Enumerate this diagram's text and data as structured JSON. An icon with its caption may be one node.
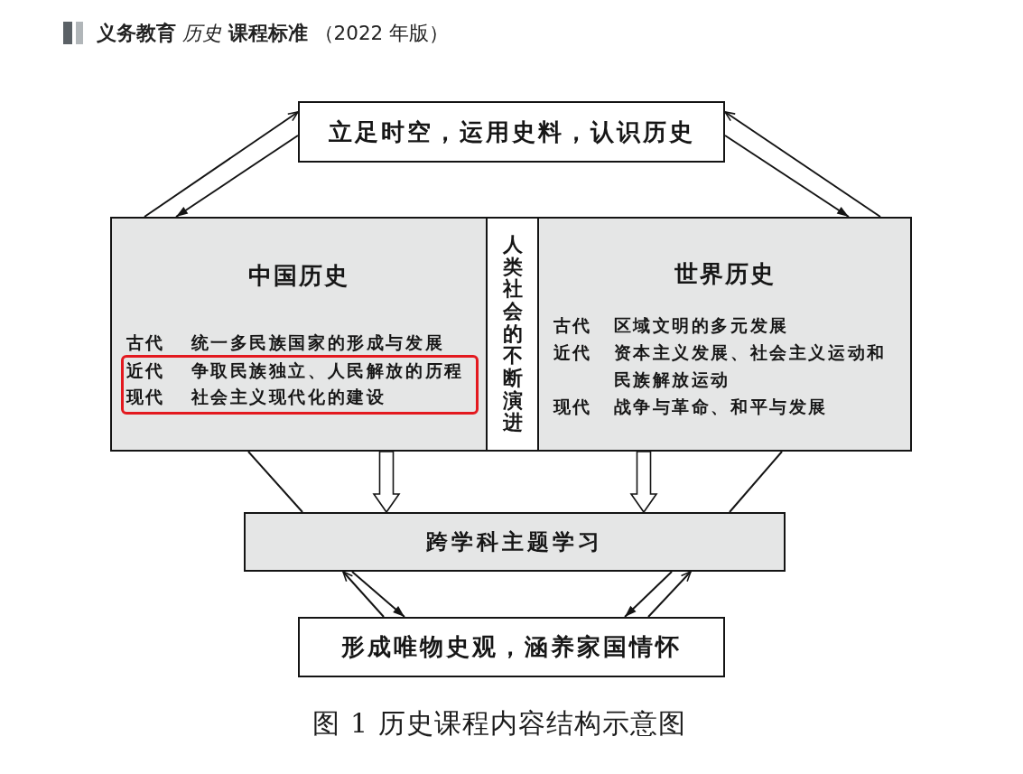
{
  "diagram": {
    "caption": "图 1 历史课程内容结构示意图",
    "nodes": [
      {
        "text": [
          "立足时空，运用史料，认识历史"
        ]
      },
      {
        "text": [
          "中国历史",
          "古代",
          "统一多民族国家的形成与发展"
        ]
      },
      {
        "text": [
          "近代",
          "争取民族独立、人民解放的历程",
          "现代",
          "社会主义现代化的建设"
        ],
        "in": 1
      },
      {
        "text": [
          "人类社会的不断演进"
        ]
      },
      {
        "text": [
          "世界历史",
          "古代",
          "区域文明的多元发展",
          "近代",
          "资本主义发展、社会主义运动和民族解放运动",
          "现代",
          "战争与革命、和平与发展"
        ]
      },
      {
        "text": [
          "跨学科主题学习"
        ]
      },
      {
        "text": [
          "形成唯物史观，涵养家国情怀"
        ]
      }
    ],
    "edges": [
      {
        "from": 1,
        "to": 0,
        "arrow": "to"
      },
      {
        "from": 0,
        "to": 1,
        "arrow": "to"
      },
      {
        "from": 4,
        "to": 0,
        "arrow": "to"
      },
      {
        "from": 0,
        "to": 4,
        "arrow": "to"
      },
      {
        "from": 1,
        "to": 5,
        "arrow": "to",
        "style": "thick"
      },
      {
        "from": 4,
        "to": 5,
        "arrow": "to",
        "style": "thick"
      },
      {
        "from": 1,
        "to": 5,
        "arrow": "none"
      },
      {
        "from": 4,
        "to": 5,
        "arrow": "none"
      },
      {
        "from": 6,
        "to": 5,
        "arrow": "to"
      },
      {
        "from": 5,
        "to": 6,
        "arrow": "to"
      },
      {
        "from": 5,
        "to": 6,
        "arrow": "to"
      },
      {
        "from": 6,
        "to": 5,
        "arrow": "to"
      }
    ],
    "labels": [
      "**义务教育** *历史* **课程标准** （2022 年版）"
    ]
  }
}
